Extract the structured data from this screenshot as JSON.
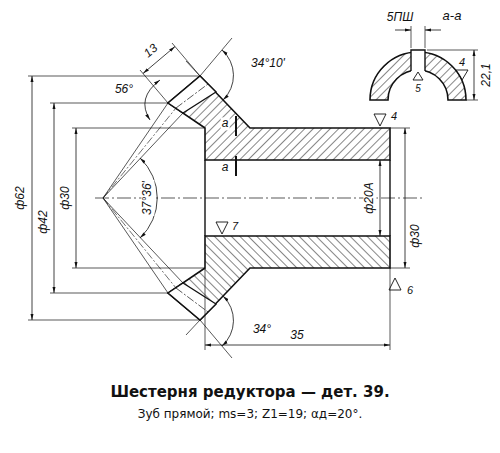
{
  "diagram": {
    "title": "Шестерня редуктора — дет. 39.",
    "caption": "Зуб прямой; ms=3; Z1=19; αд=20°.",
    "labels": [
      "5ПШ",
      "а-а",
      "4",
      "5",
      "22,1",
      "13",
      "56°",
      "34°10'",
      "а",
      "4",
      "ф62",
      "ф42",
      "ф30",
      "37°36'",
      "а",
      "ф20А",
      "ф30",
      "7",
      "34°",
      "6",
      "35"
    ]
  }
}
